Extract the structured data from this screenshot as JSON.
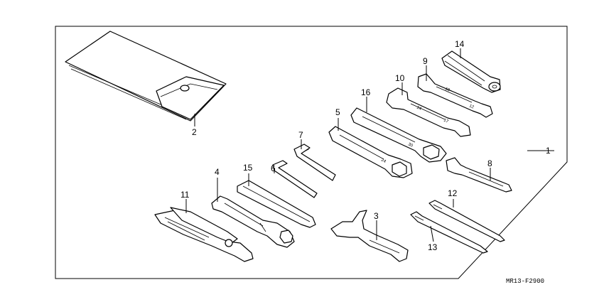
{
  "diagram_code": "MR13-F2900",
  "callouts": [
    "1",
    "2",
    "3",
    "4",
    "5",
    "6",
    "7",
    "8",
    "9",
    "10",
    "11",
    "12",
    "13",
    "14",
    "15",
    "16"
  ]
}
